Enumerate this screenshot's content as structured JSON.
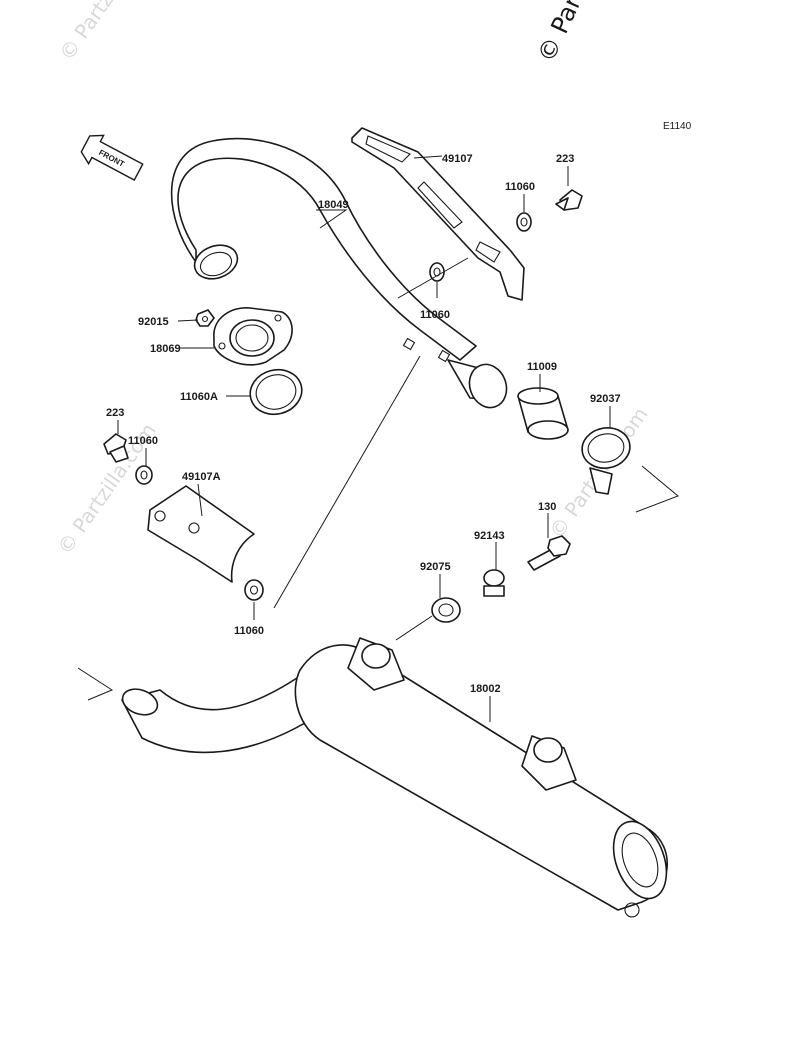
{
  "diagram_code": "E1140",
  "front_label": "FRONT",
  "watermark": {
    "text": "© Partzilla.com",
    "corner_text": "© Partz"
  },
  "labels": {
    "p49107": "49107",
    "p223_top": "223",
    "p11060_a": "11060",
    "p18049": "18049",
    "p11060_b": "11060",
    "p92015": "92015",
    "p18069": "18069",
    "p11060A": "11060A",
    "p11009": "11009",
    "p92037": "92037",
    "p223_left": "223",
    "p11060_c": "11060",
    "p49107A": "49107A",
    "p130": "130",
    "p92143": "92143",
    "p92075": "92075",
    "p11060_d": "11060",
    "p18002": "18002"
  }
}
